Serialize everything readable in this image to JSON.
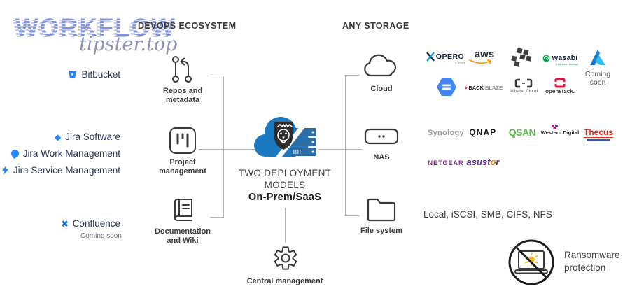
{
  "watermark": {
    "title": "WORKFLOW",
    "subtitle": "tipster.top"
  },
  "headings": {
    "devops": "DEVOPS ECOSYSTEM",
    "storage": "ANY STORAGE"
  },
  "atlassian": {
    "bitbucket": "Bitbucket",
    "jira_software": "Jira Software",
    "jira_work": "Jira Work Management",
    "jira_service": "Jira Service Management",
    "confluence": "Confluence",
    "confluence_note": "Coming soon"
  },
  "pipeline": {
    "repos": "Repos and metadata",
    "project": "Project management",
    "docs": "Documentation and Wiki"
  },
  "center": {
    "title_line1": "TWO DEPLOYMENT",
    "title_line2": "MODELS",
    "title_line3": "On-Prem/SaaS",
    "central_management": "Central management"
  },
  "storage": {
    "cloud": "Cloud",
    "nas": "NAS",
    "filesystem": "File system",
    "protocols": "Local, iSCSI, SMB, CIFS, NFS"
  },
  "cloud_providers": {
    "xopero": "OPERO",
    "xopero_sub": "Cloud",
    "aws": "aws",
    "wasabi": "wasabi",
    "wasabi_sub": "hot cloud storage",
    "azure_note": "Coming soon",
    "backblaze_back": "BACK",
    "backblaze_blaze": "BLAZE",
    "alibaba": "Alibaba Cloud",
    "openstack": "openstack."
  },
  "nas_vendors": {
    "synology": "Synology",
    "qnap": "QNAP",
    "qsan": "QSAN",
    "wd": "Western Digital",
    "thecus": "Thecus",
    "netgear": "NETGEAR",
    "asustor_pre": "asust",
    "asustor_o": "o",
    "asustor_post": "r"
  },
  "ransomware": {
    "label": "Ransomware protection"
  },
  "colors": {
    "atlassian_blue": "#2684FF",
    "cloud_blue": "#1B79C0",
    "rack_blue": "#2E6CA5",
    "wasabi_green": "#00A94A",
    "qsan_green": "#59B947",
    "netgear_purple": "#7C2B83",
    "asustor_purple": "#5A2C8F",
    "thecus_red": "#E2231A",
    "backblaze_red": "#CE3B2E",
    "openstack_red": "#E01B3C",
    "gcloud_blue": "#4285F4",
    "line_gray": "#B5B5B5"
  }
}
